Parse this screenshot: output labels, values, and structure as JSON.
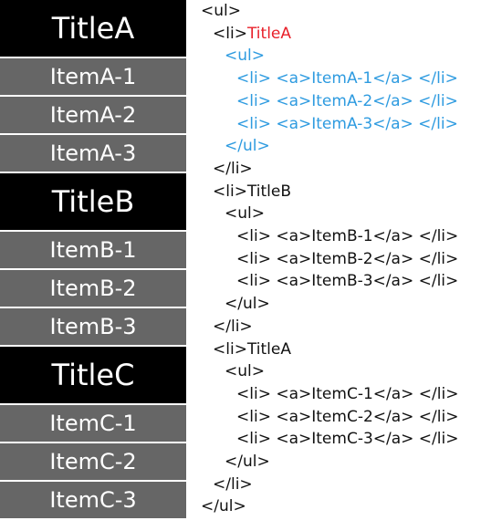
{
  "colors": {
    "title_bg": "#000000",
    "item_bg": "#666666",
    "menu_text": "#ffffff",
    "code_text": "#111111",
    "highlight_red": "#e8202a",
    "highlight_blue": "#2e9be0"
  },
  "menu": {
    "groups": [
      {
        "title": "TitleA",
        "items": [
          "ItemA-1",
          "ItemA-2",
          "ItemA-3"
        ]
      },
      {
        "title": "TitleB",
        "items": [
          "ItemB-1",
          "ItemB-2",
          "ItemB-3"
        ]
      },
      {
        "title": "TitleC",
        "items": [
          "ItemC-1",
          "ItemC-2",
          "ItemC-3"
        ]
      }
    ]
  },
  "code": {
    "lines": [
      {
        "indent": 0,
        "parts": [
          {
            "text": "<ul>"
          }
        ]
      },
      {
        "indent": 1,
        "parts": [
          {
            "text": "<li>"
          },
          {
            "text": "TitleA",
            "color": "red"
          }
        ]
      },
      {
        "indent": 2,
        "parts": [
          {
            "text": "<ul>",
            "color": "blue"
          }
        ]
      },
      {
        "indent": 3,
        "parts": [
          {
            "text": "<li> <a>ItemA-1</a> </li>",
            "color": "blue"
          }
        ]
      },
      {
        "indent": 3,
        "parts": [
          {
            "text": "<li> <a>ItemA-2</a> </li>",
            "color": "blue"
          }
        ]
      },
      {
        "indent": 3,
        "parts": [
          {
            "text": "<li> <a>ItemA-3</a> </li>",
            "color": "blue"
          }
        ]
      },
      {
        "indent": 2,
        "parts": [
          {
            "text": "</ul>",
            "color": "blue"
          }
        ]
      },
      {
        "indent": 1,
        "parts": [
          {
            "text": "</li>"
          }
        ]
      },
      {
        "indent": 1,
        "parts": [
          {
            "text": "<li>TitleB"
          }
        ]
      },
      {
        "indent": 2,
        "parts": [
          {
            "text": "<ul>"
          }
        ]
      },
      {
        "indent": 3,
        "parts": [
          {
            "text": "<li> <a>ItemB-1</a> </li>"
          }
        ]
      },
      {
        "indent": 3,
        "parts": [
          {
            "text": "<li> <a>ItemB-2</a> </li>"
          }
        ]
      },
      {
        "indent": 3,
        "parts": [
          {
            "text": "<li> <a>ItemB-3</a> </li>"
          }
        ]
      },
      {
        "indent": 2,
        "parts": [
          {
            "text": "</ul>"
          }
        ]
      },
      {
        "indent": 1,
        "parts": [
          {
            "text": "</li>"
          }
        ]
      },
      {
        "indent": 1,
        "parts": [
          {
            "text": "<li>TitleA"
          }
        ]
      },
      {
        "indent": 2,
        "parts": [
          {
            "text": "<ul>"
          }
        ]
      },
      {
        "indent": 3,
        "parts": [
          {
            "text": "<li> <a>ItemC-1</a> </li>"
          }
        ]
      },
      {
        "indent": 3,
        "parts": [
          {
            "text": "<li> <a>ItemC-2</a> </li>"
          }
        ]
      },
      {
        "indent": 3,
        "parts": [
          {
            "text": "<li> <a>ItemC-3</a> </li>"
          }
        ]
      },
      {
        "indent": 2,
        "parts": [
          {
            "text": "</ul>"
          }
        ]
      },
      {
        "indent": 1,
        "parts": [
          {
            "text": "</li>"
          }
        ]
      },
      {
        "indent": 0,
        "parts": [
          {
            "text": "</ul>"
          }
        ]
      }
    ]
  }
}
